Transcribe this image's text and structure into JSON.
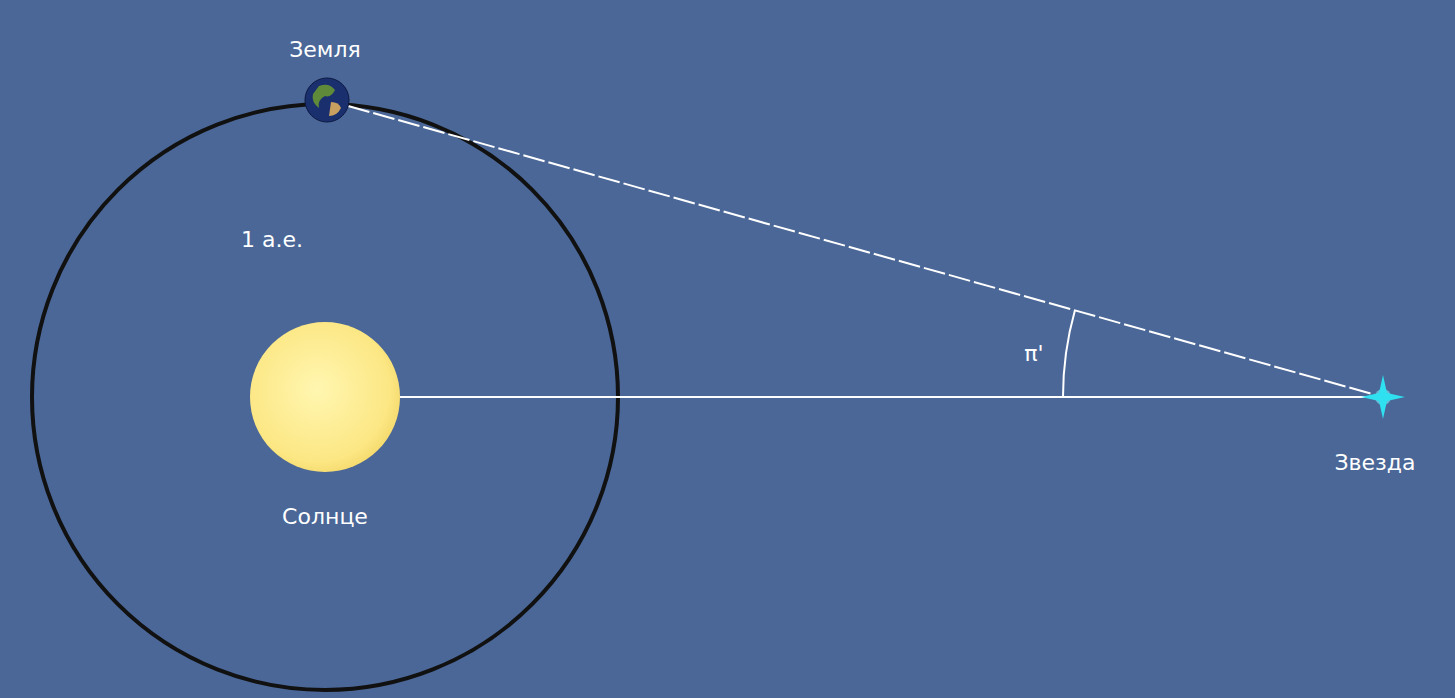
{
  "diagram": {
    "nodes": [
      {
        "text": [
          "Земля"
        ]
      },
      {
        "text": [
          "Солнце"
        ]
      },
      {
        "text": [
          "Звезда"
        ]
      }
    ],
    "edges": [
      {
        "from": 0,
        "to": 2,
        "arrow": "none"
      },
      {
        "from": 1,
        "to": 2,
        "arrow": "none"
      }
    ],
    "labels": [
      "1 а.е.",
      "π'"
    ]
  }
}
